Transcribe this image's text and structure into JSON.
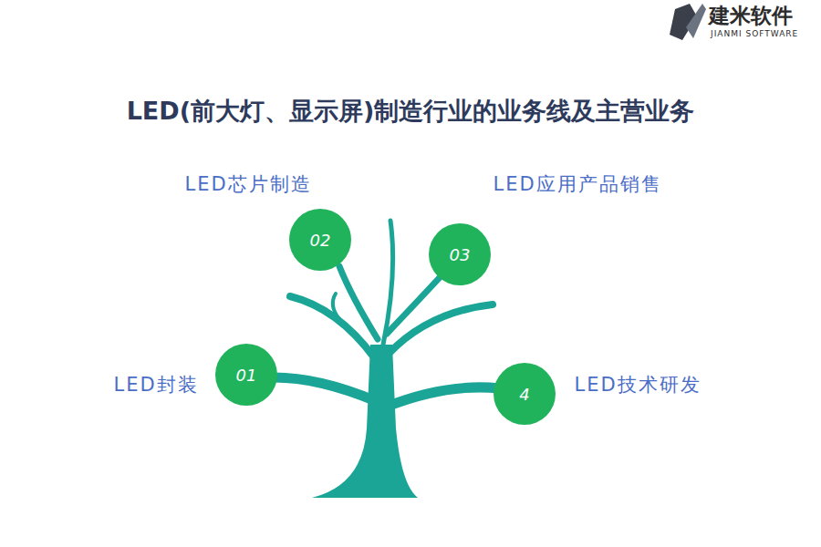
{
  "diagram": {
    "title": "LED(前大灯、显示屏)制造行业的业务线及主营业务",
    "nodes": [
      {
        "text": [
          "02",
          "LED芯片制造"
        ]
      },
      {
        "text": [
          "03",
          "LED应用产品销售"
        ]
      },
      {
        "text": [
          "01",
          "LED封装"
        ]
      },
      {
        "text": [
          "4",
          "LED技术研发"
        ]
      }
    ],
    "labels": [
      "建米软件",
      "JIANMI SOFTWARE"
    ]
  }
}
